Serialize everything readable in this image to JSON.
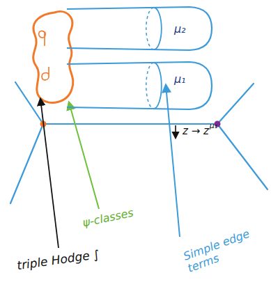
{
  "diagram": {
    "nodes": [
      {
        "text": [
          "μ₂"
        ]
      },
      {
        "text": [
          "μ₁"
        ]
      }
    ],
    "labels": [
      "z → z",
      "μ₁",
      "ψ-classes",
      "triple Hodge ∫",
      "Simple edge terms"
    ]
  }
}
